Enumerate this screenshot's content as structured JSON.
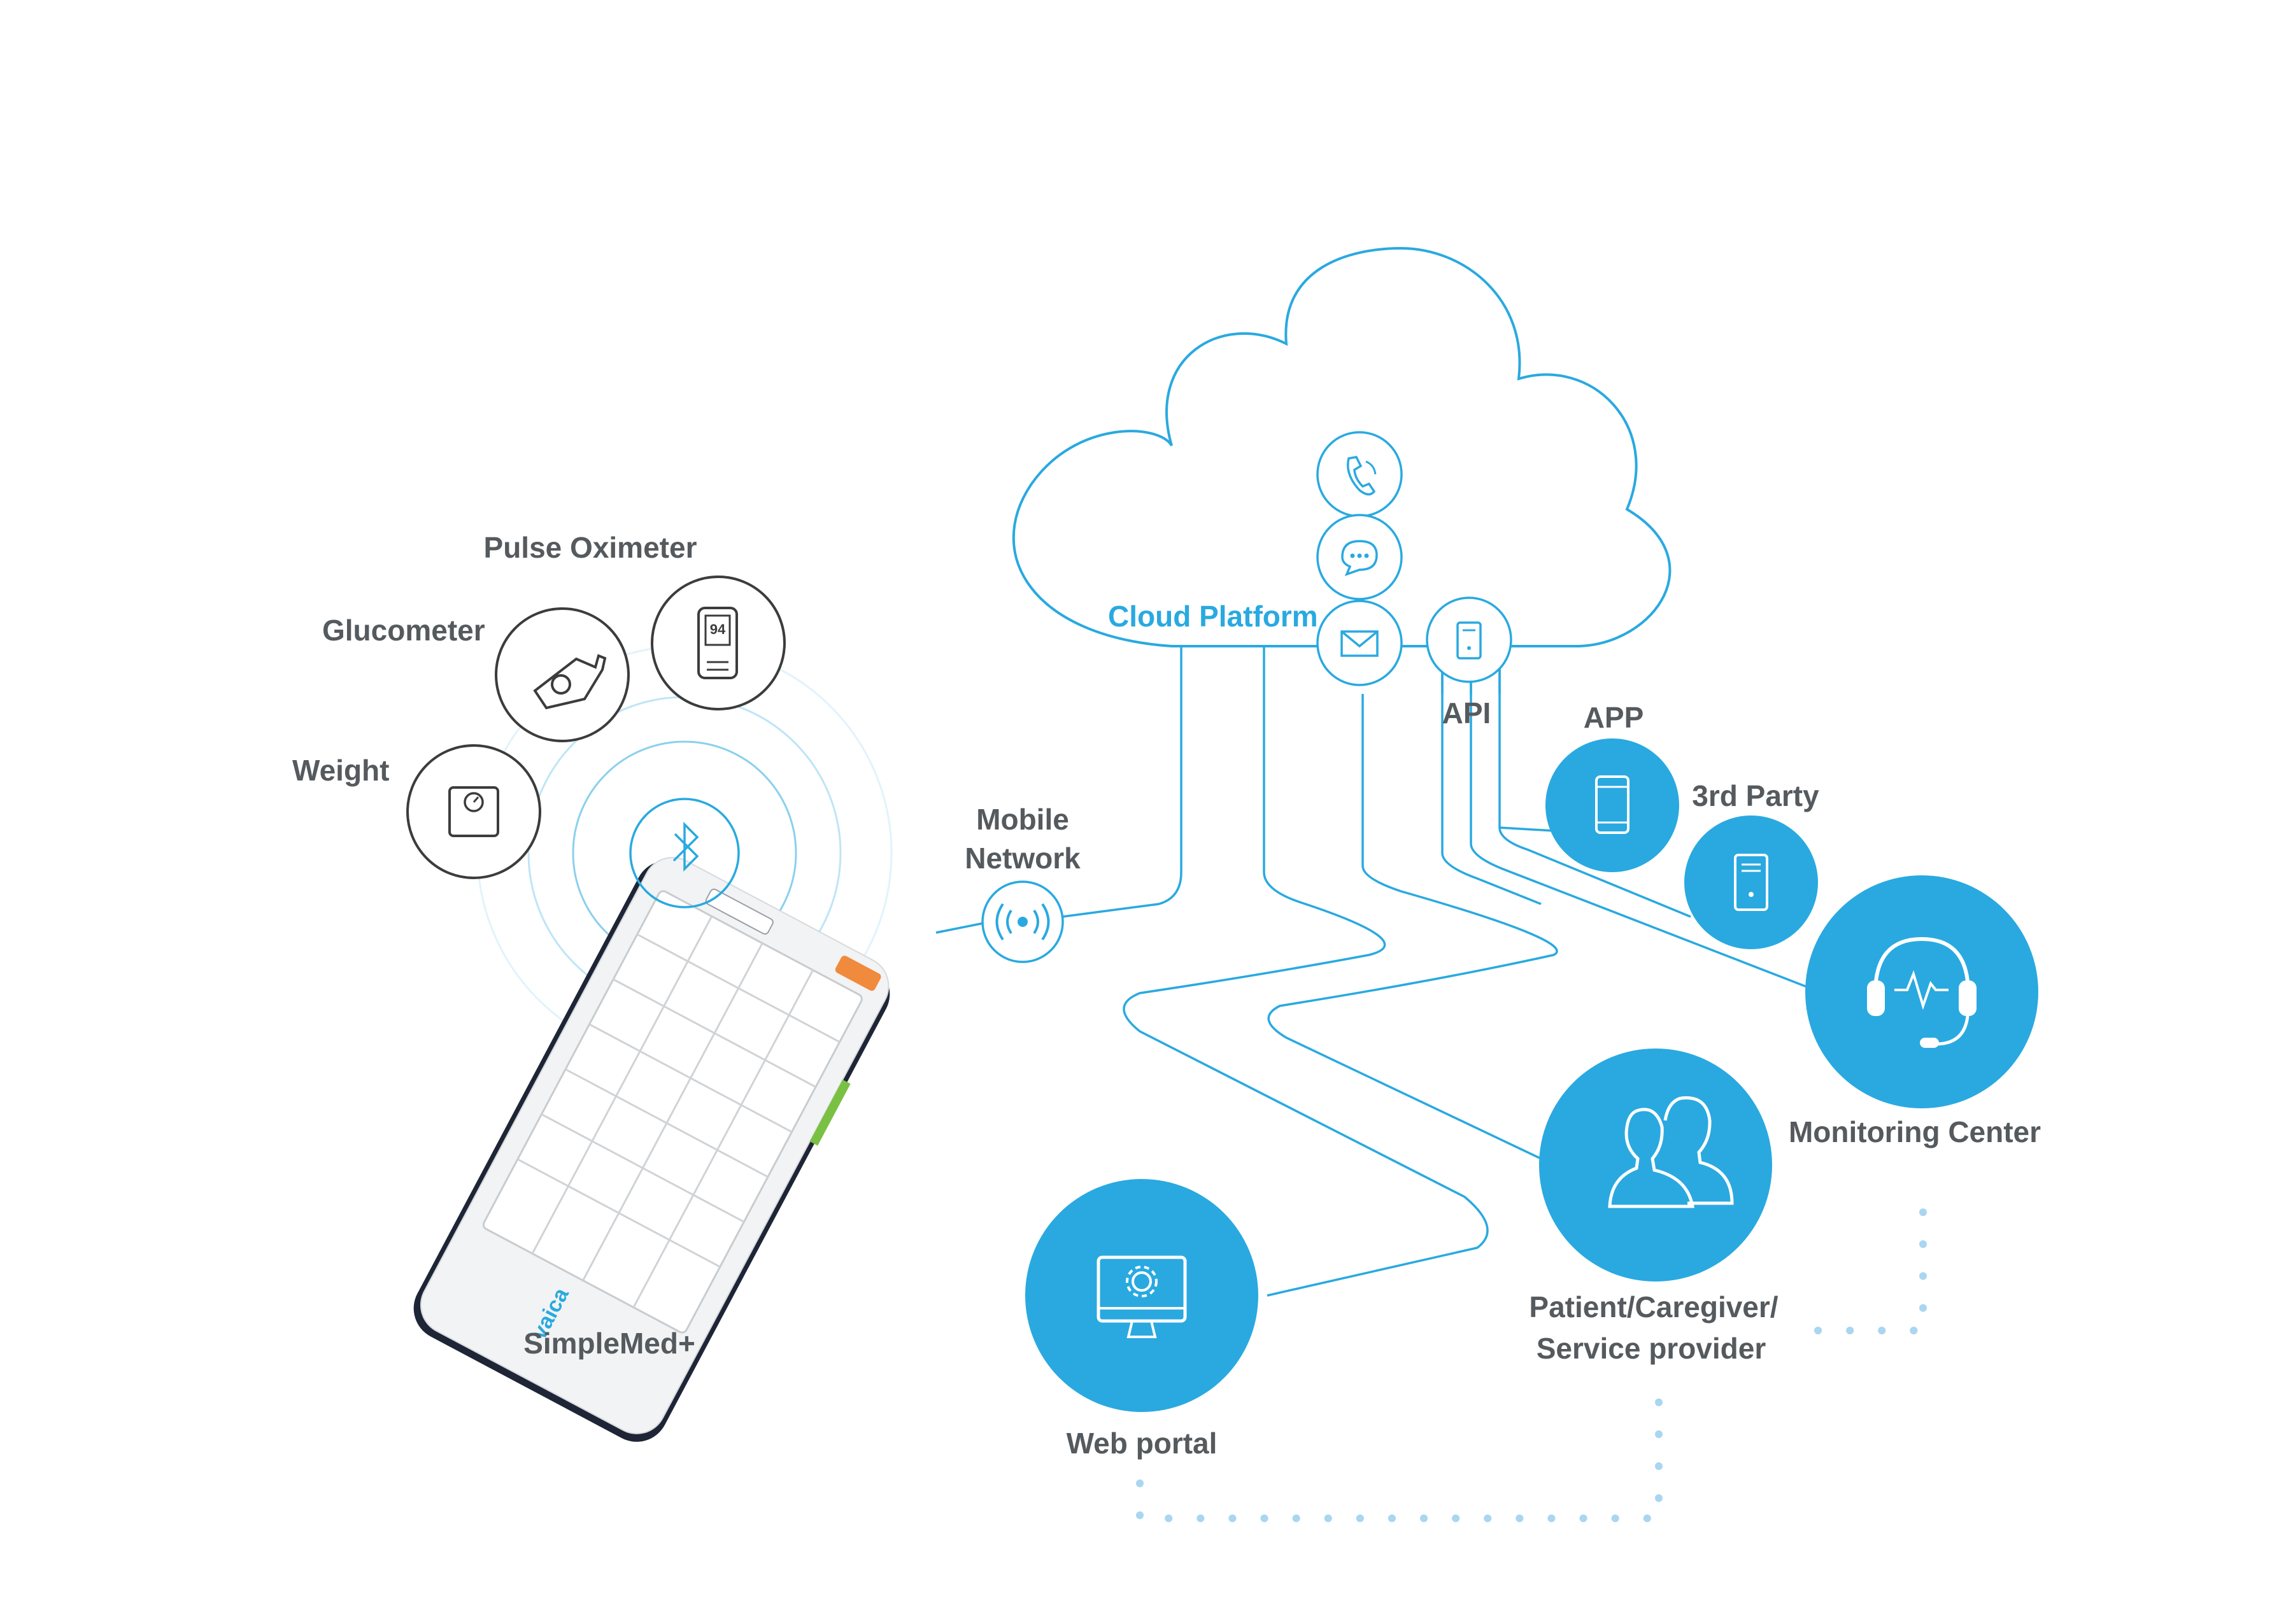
{
  "labels": {
    "pulse_oximeter": "Pulse Oximeter",
    "glucometer": "Glucometer",
    "weight": "Weight",
    "device": "SimpleMed+",
    "mobile_network_line1": "Mobile",
    "mobile_network_line2": "Network",
    "cloud_platform": "Cloud Platform",
    "api": "API",
    "app": "APP",
    "third_party": "3rd Party",
    "monitoring_center": "Monitoring Center",
    "patient_line1": "Patient/Caregiver/",
    "patient_line2": "Service provider",
    "web_portal": "Web portal"
  },
  "device_brand": "vaica",
  "oximeter_reading": "94",
  "colors": {
    "accent": "#29a9e0",
    "label_grey": "#555a5e",
    "outline_dark": "#3c3c3c",
    "device_body": "#1d2536",
    "dotted_line": "#a9d6f0"
  },
  "icons": {
    "cloud_phone": "phone-icon",
    "cloud_chat": "chat-bubble-icon",
    "cloud_mail": "envelope-icon",
    "cloud_api": "server-icon",
    "app": "tablet-icon",
    "third_party": "server-icon",
    "monitoring_center": "headset-icon",
    "patient": "people-icon",
    "web_portal": "monitor-gear-icon",
    "mobile_network": "signal-icon",
    "bluetooth": "bluetooth-icon",
    "weight": "scale-icon",
    "glucometer": "glucometer-icon",
    "pulse_oximeter": "pulse-oximeter-icon"
  }
}
